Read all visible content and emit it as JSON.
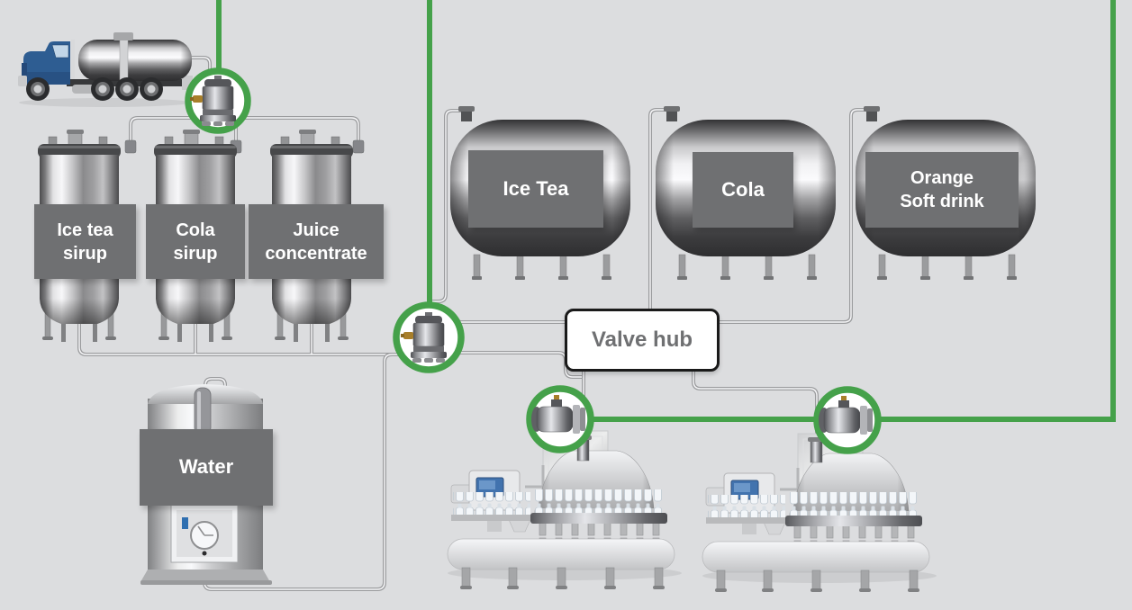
{
  "palette": {
    "background": "#dcdddf",
    "accent_green": "#45a14a",
    "label_box_gray": "#6f7072",
    "label_text": "#ffffff",
    "pipe_gray": "#9b9c9e",
    "valve_hub_border": "#1a1a1a",
    "valve_hub_text": "#6f7072",
    "truck_cab_blue": "#2e5d92"
  },
  "tanks": {
    "syrup": [
      {
        "label": "Ice tea\nsirup"
      },
      {
        "label": "Cola\nsirup"
      },
      {
        "label": "Juice\nconcentrate"
      }
    ],
    "product": [
      {
        "label": "Ice Tea"
      },
      {
        "label": "Cola"
      },
      {
        "label": "Orange\nSoft drink"
      }
    ],
    "water": {
      "label": "Water"
    }
  },
  "valve_hub": {
    "label": "Valve hub"
  },
  "icons": {
    "truck": "tanker-truck-icon",
    "inlet_sensor": "flow-sensor-icon",
    "mixing_sensor": "flow-sensor-icon",
    "filler_sensor_1": "flow-meter-icon",
    "filler_sensor_2": "flow-meter-icon",
    "bottling_machine_1": "bottling-machine-icon",
    "bottling_machine_2": "bottling-machine-icon"
  }
}
